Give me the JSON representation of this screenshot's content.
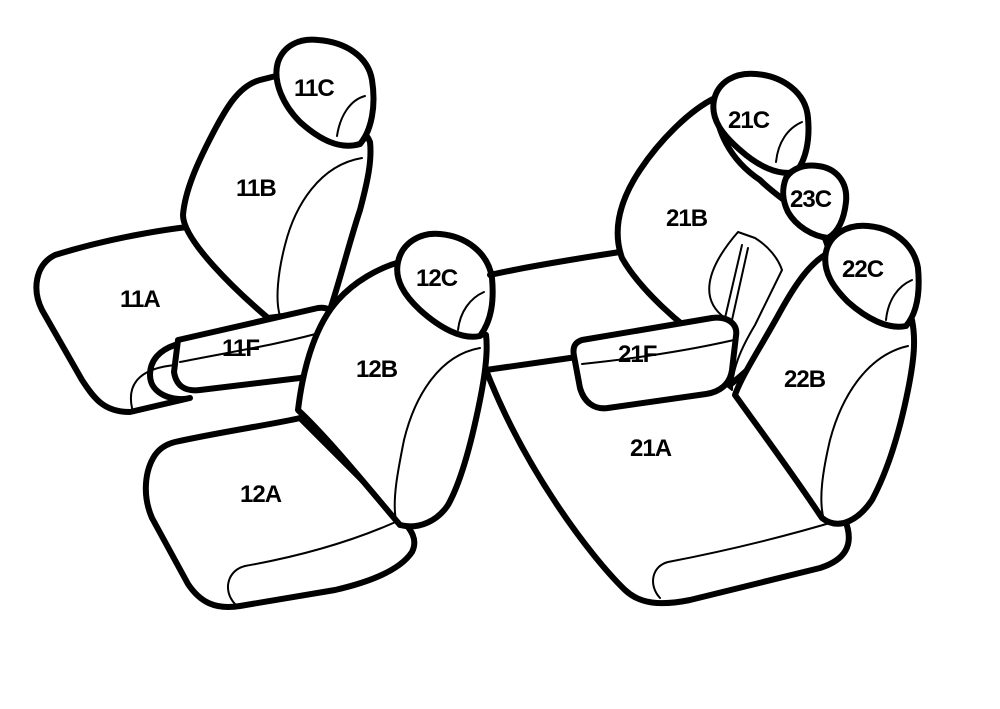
{
  "parts": {
    "p11A": "11A",
    "p11B": "11B",
    "p11C": "11C",
    "p11F": "11F",
    "p12A": "12A",
    "p12B": "12B",
    "p12C": "12C",
    "p21A": "21A",
    "p21B": "21B",
    "p21C": "21C",
    "p21F": "21F",
    "p22B": "22B",
    "p22C": "22C",
    "p23C": "23C"
  },
  "colors": {
    "line": "#000000",
    "fill": "#ffffff"
  }
}
